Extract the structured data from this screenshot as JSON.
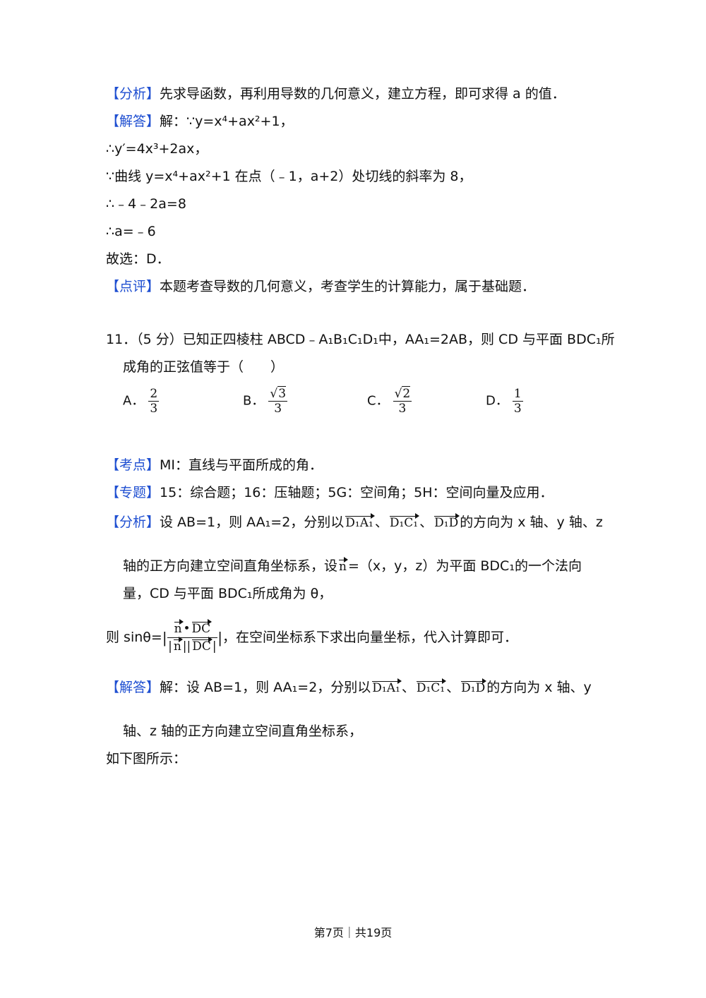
{
  "tags": {
    "analysis": "【分析】",
    "solution": "【解答】",
    "comment": "【点评】",
    "kaodian": "【考点】",
    "zhuanti": "【专题】"
  },
  "p10": {
    "analysis_text": "先求导函数，再利用导数的几何意义，建立方程，即可求得 a 的值．",
    "sol_line1": "解：∵y=x⁴+ax²+1，",
    "line2": "∴y′=4x³+2ax，",
    "line3": "∵曲线 y=x⁴+ax²+1 在点（﹣1，a+2）处切线的斜率为 8，",
    "line4": "∴﹣4﹣2a=8",
    "line5": "∴a=﹣6",
    "line6": "故选：D．",
    "comment_text": "本题考查导数的几何意义，考查学生的计算能力，属于基础题．"
  },
  "q11": {
    "stem1": "11．（5 分）已知正四棱柱 ABCD﹣A₁B₁C₁D₁中，AA₁=2AB，则 CD 与平面 BDC₁所",
    "stem2": "成角的正弦值等于（　　）",
    "options": [
      {
        "label": "A．",
        "num": "2",
        "den": "3"
      },
      {
        "label": "B．",
        "num": "√3",
        "den": "3"
      },
      {
        "label": "C．",
        "num": "√2",
        "den": "3"
      },
      {
        "label": "D．",
        "num": "1",
        "den": "3"
      }
    ],
    "kaodian_text": "MI：直线与平面所成的角．",
    "zhuanti_text": "15：综合题；16：压轴题；5G：空间角；5H：空间向量及应用．",
    "analysis1_pre": "设 AB=1，则 AA₁=2，分别以",
    "analysis1_post": "的方向为 x 轴、y 轴、z",
    "analysis2": "轴的正方向建立空间直角坐标系，设",
    "analysis2_post": "=（x，y，z）为平面 BDC₁的一个法向",
    "analysis3": "量，CD 与平面 BDC₁所成角为 θ，",
    "sin_pre": "则 sinθ=",
    "sin_post": "，在空间坐标系下求出向量坐标，代入计算即可．",
    "solution1_pre": "解：设 AB=1，则 AA₁=2，分别以",
    "solution1_post": "的方向为 x 轴、y",
    "solution2": "轴、z 轴的正方向建立空间直角坐标系，",
    "solution3": "如下图所示："
  },
  "vectors": {
    "d1a1": "D₁A₁",
    "d1c1": "D₁C₁",
    "d1d": "D₁D",
    "n": "n",
    "dc": "DC",
    "sep": "、",
    "dot": "•"
  },
  "footer": "第7页｜共19页"
}
